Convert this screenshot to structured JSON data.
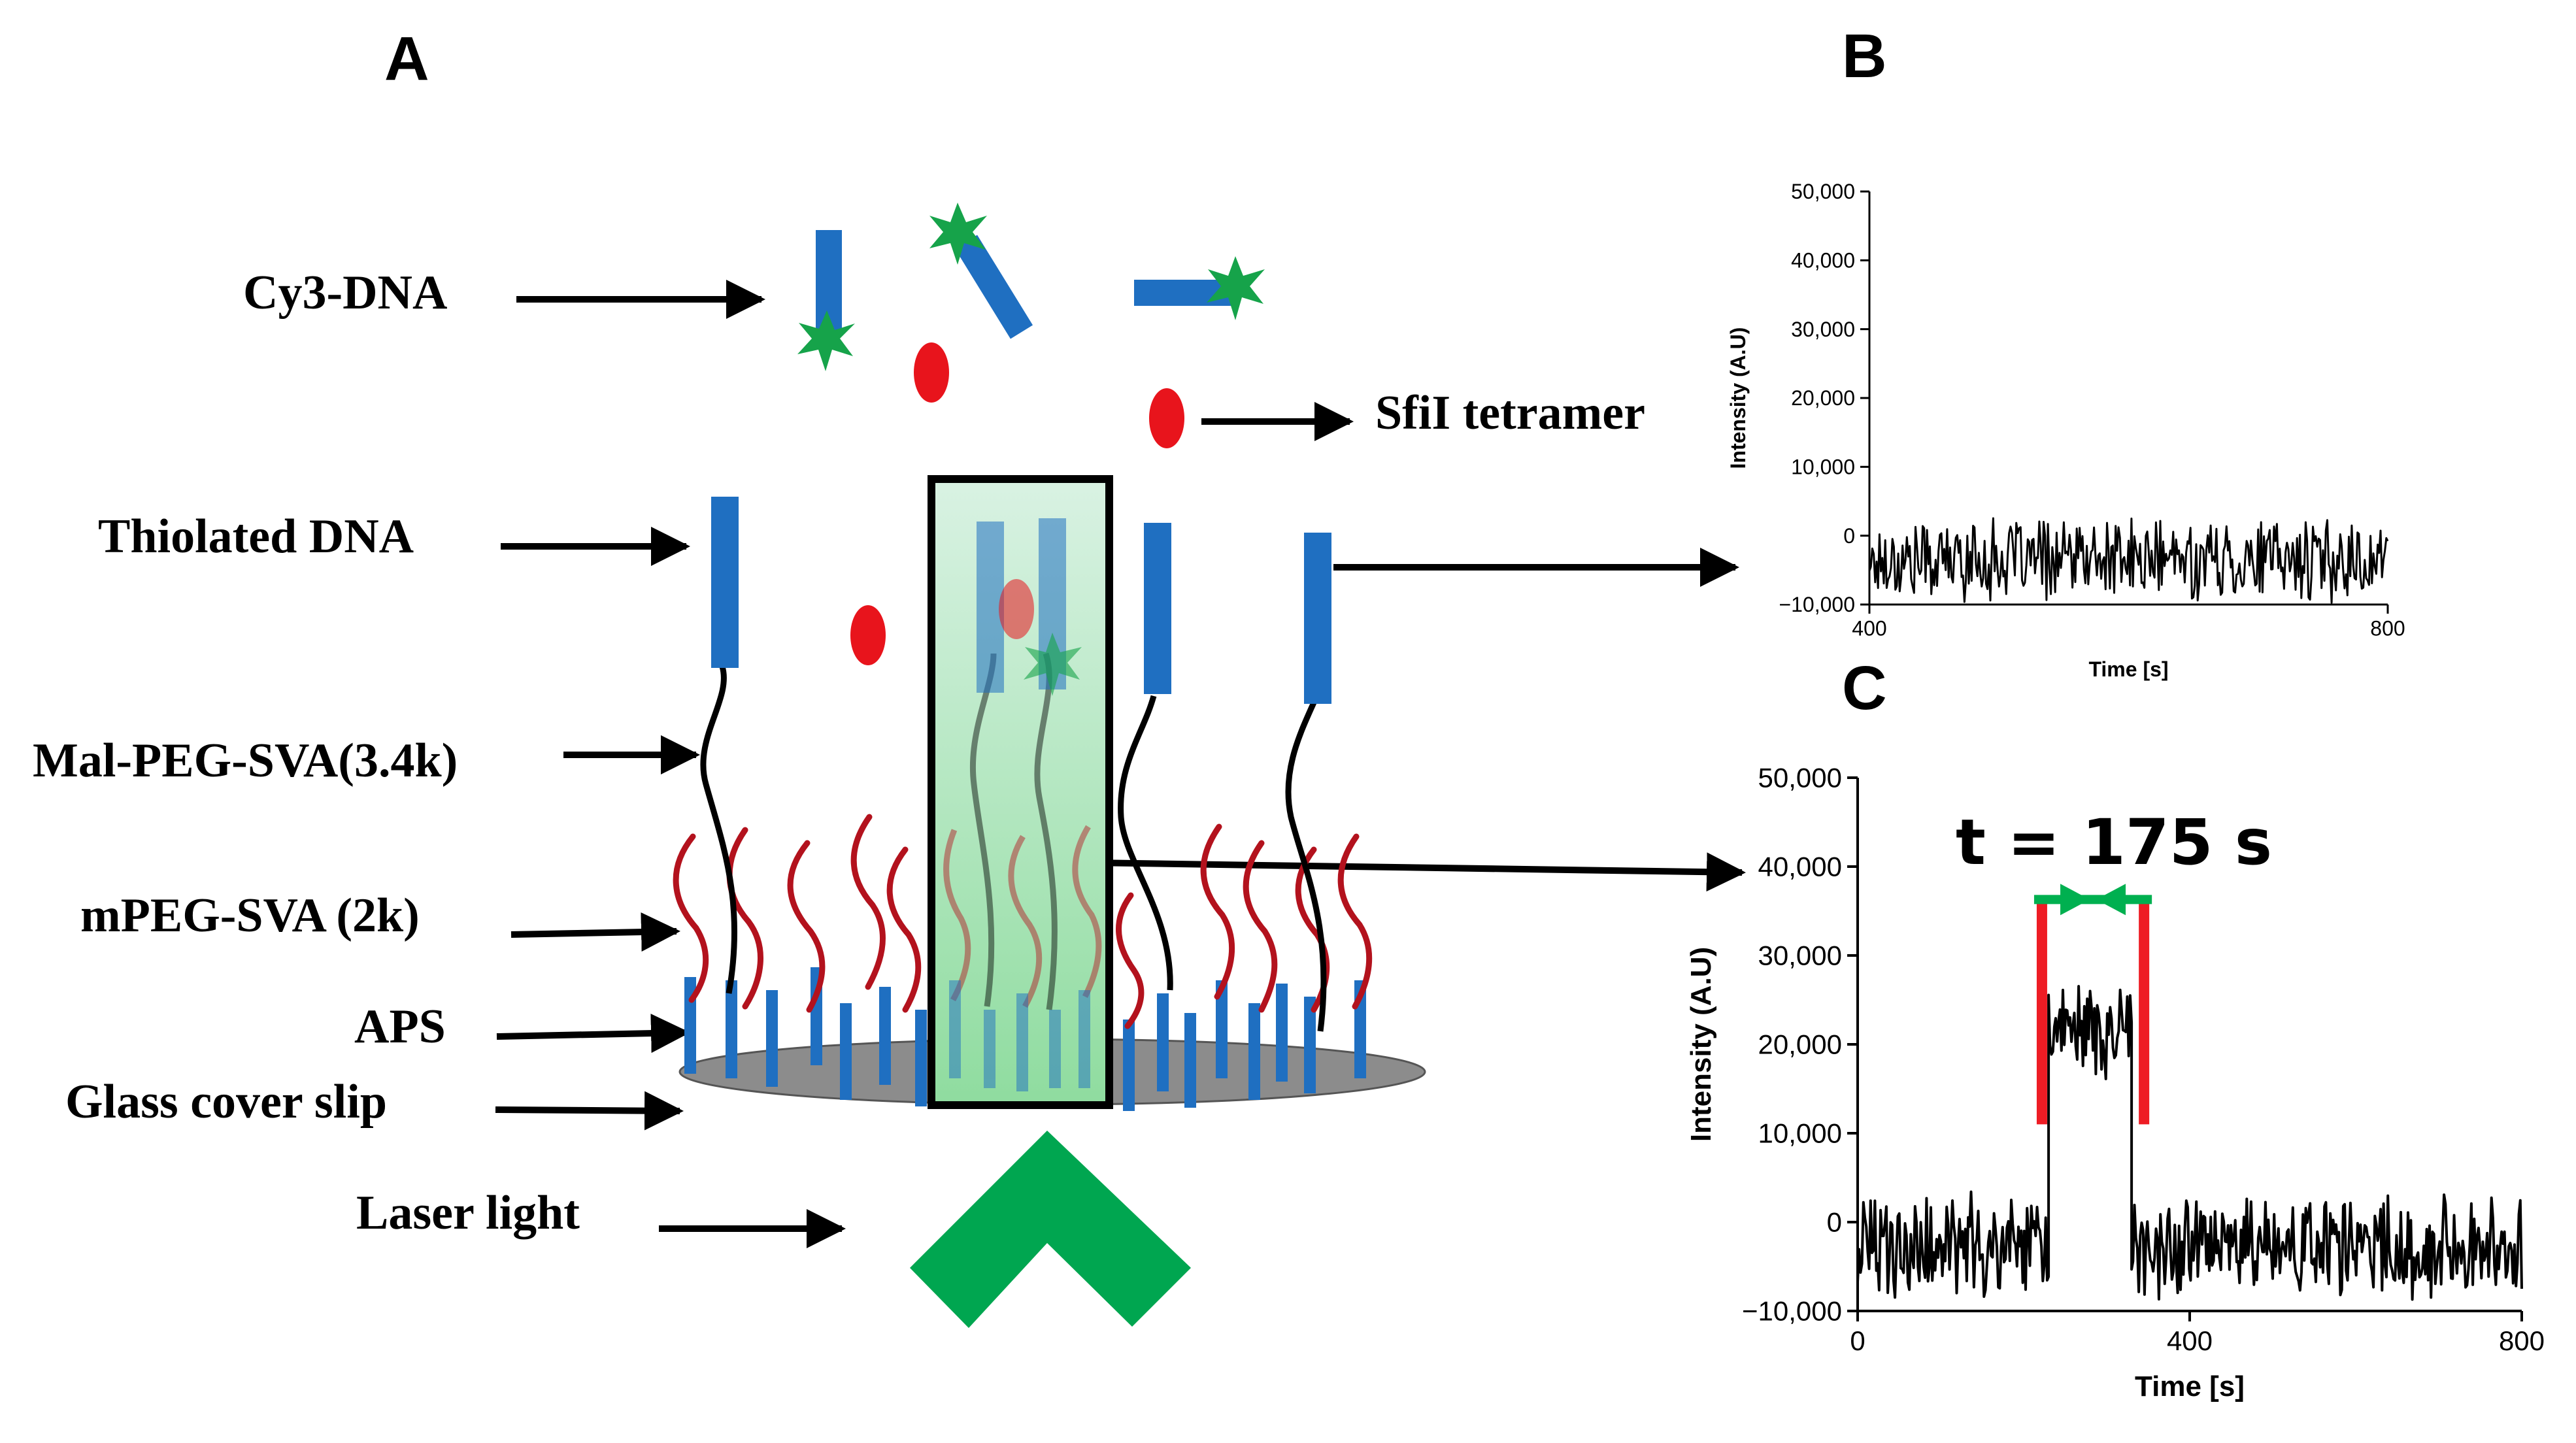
{
  "panels": {
    "a": "A",
    "b": "B",
    "c": "C"
  },
  "labels": {
    "cy3_dna": "Cy3-DNA",
    "sfii_tetramer": "SfiI tetramer",
    "thiolated_dna": "Thiolated DNA",
    "mal_peg": "Mal-PEG-SVA(3.4k)",
    "mpeg": "mPEG-SVA (2k)",
    "aps": "APS",
    "glass": "Glass cover slip",
    "laser": "Laser light"
  },
  "colors": {
    "dna_blue": "#1f6fc1",
    "cy3_green": "#16a34a",
    "protein_red": "#e8141c",
    "peg_red": "#b3121d",
    "laser_green": "#00a650",
    "glass_gray": "#8c8c8c",
    "dwell_red": "#ee1c24",
    "dwell_green": "#00b050"
  },
  "chart_data": [
    {
      "type": "line",
      "panel": "B",
      "xlabel": "Time [s]",
      "ylabel": "Intensity (A.U)",
      "xlim": [
        400,
        800
      ],
      "ylim": [
        -10000,
        50000
      ],
      "xticks": [
        400,
        800
      ],
      "yticks": [
        -10000,
        0,
        10000,
        20000,
        30000,
        40000,
        50000
      ],
      "xtick_labels": [
        "400",
        "800"
      ],
      "ytick_labels": [
        "−10,000",
        "0",
        "10,000",
        "20,000",
        "30,000",
        "40,000",
        "50,000"
      ],
      "series": [
        {
          "segments": [
            {
              "from": 400,
              "to": 800,
              "mean": -3500,
              "noise": 5000
            }
          ]
        }
      ]
    },
    {
      "type": "line",
      "panel": "C",
      "xlabel": "Time [s]",
      "ylabel": "Intensity (A.U)",
      "xlim": [
        0,
        800
      ],
      "ylim": [
        -10000,
        50000
      ],
      "xticks": [
        0,
        400,
        800
      ],
      "yticks": [
        -10000,
        0,
        10000,
        20000,
        30000,
        40000,
        50000
      ],
      "xtick_labels": [
        "0",
        "400",
        "800"
      ],
      "ytick_labels": [
        "−10,000",
        "0",
        "10,000",
        "20,000",
        "30,000",
        "40,000",
        "50,000"
      ],
      "series": [
        {
          "segments": [
            {
              "from": 0,
              "to": 230,
              "mean": -3000,
              "noise": 5000
            },
            {
              "from": 230,
              "to": 330,
              "mean": 21500,
              "noise": 4500
            },
            {
              "from": 330,
              "to": 800,
              "mean": -3000,
              "noise": 5000
            }
          ]
        }
      ],
      "annotation": {
        "text": "t = 175 s",
        "dwell_start": 222,
        "dwell_end": 345
      }
    }
  ]
}
